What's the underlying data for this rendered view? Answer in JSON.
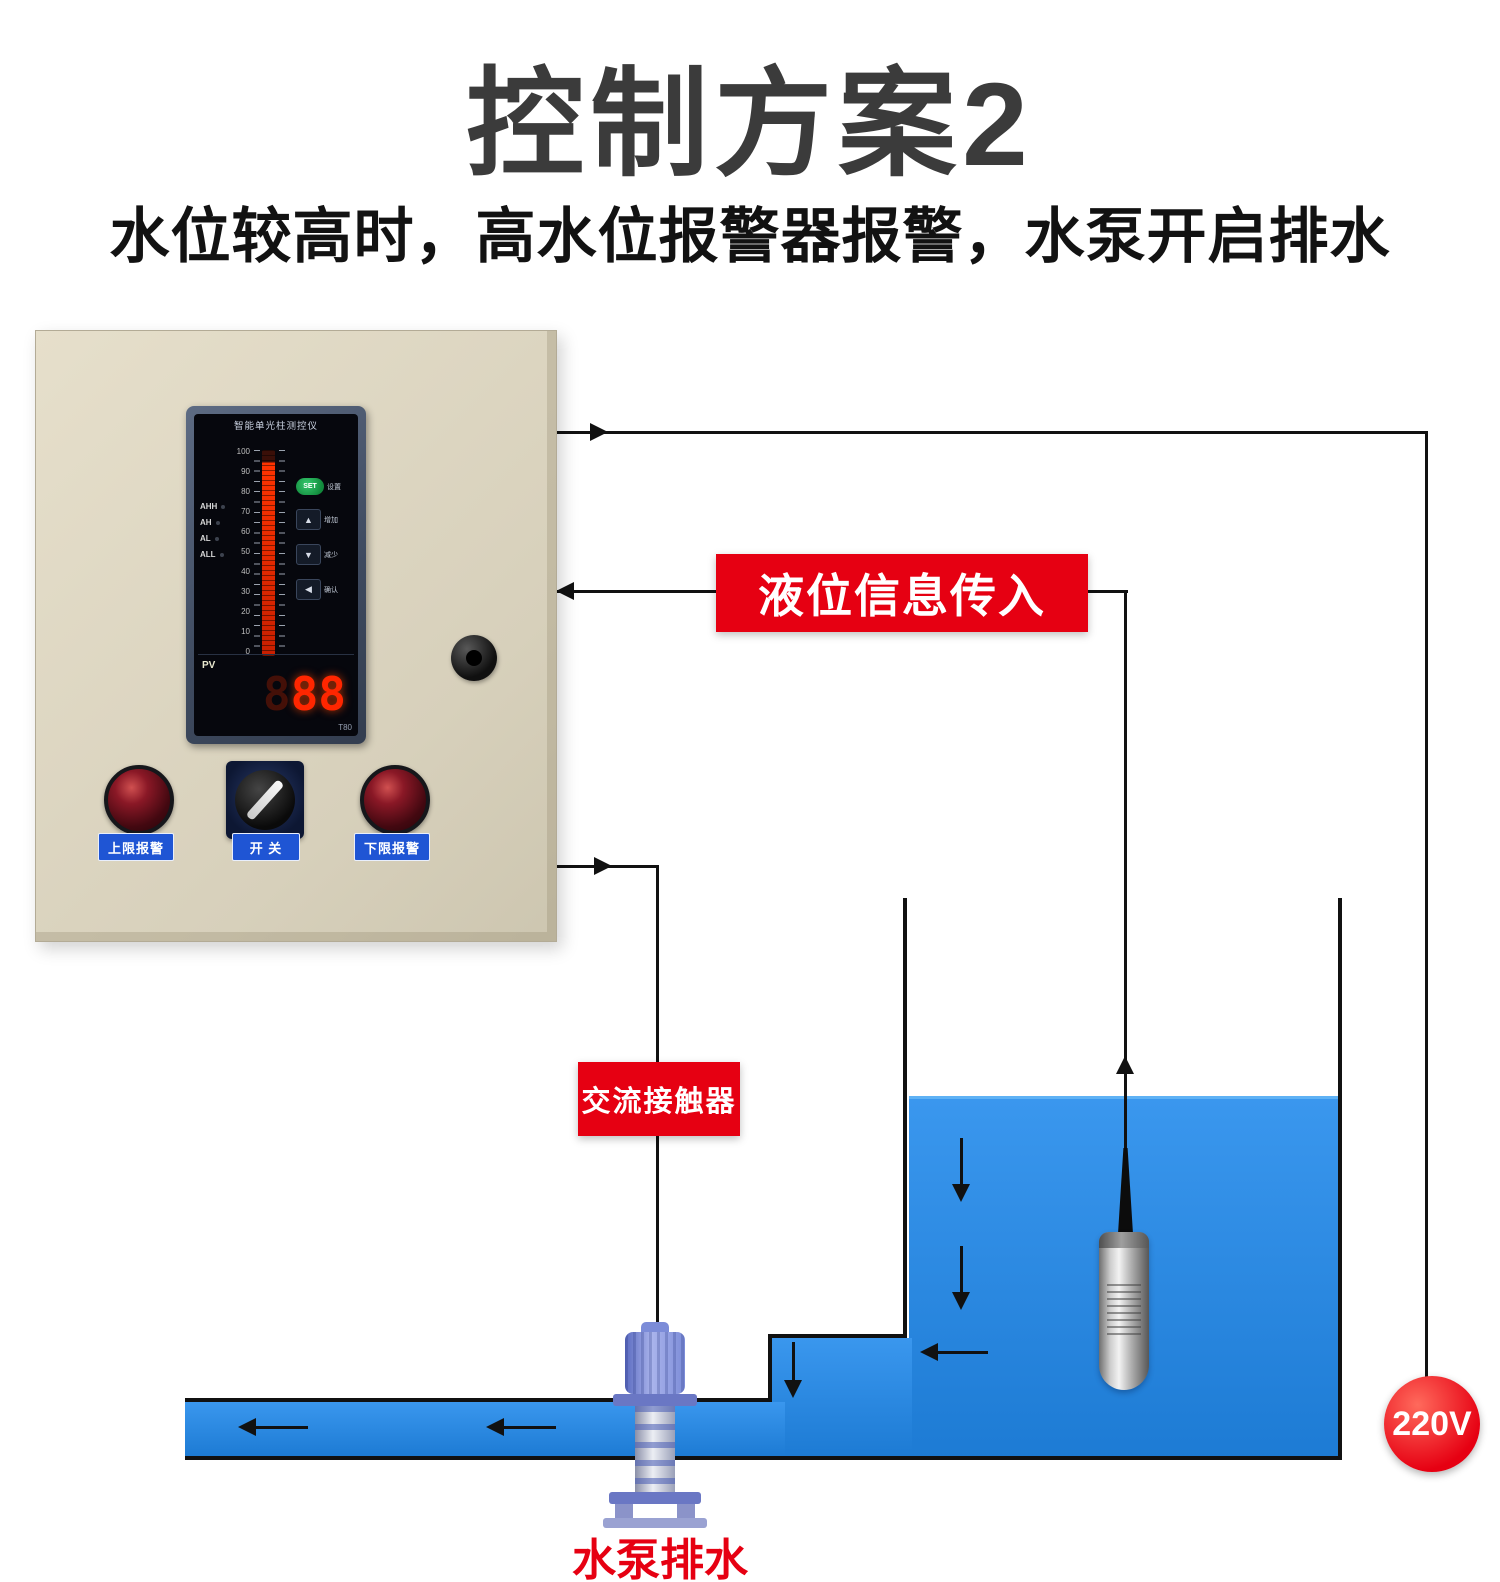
{
  "title": "控制方案2",
  "subtitle": "水位较高时，高水位报警器报警，水泵开启排水",
  "panel": {
    "meter": {
      "name": "智能单光柱测控仪",
      "scale": [
        "100",
        "90",
        "80",
        "70",
        "60",
        "50",
        "40",
        "30",
        "20",
        "10",
        "0"
      ],
      "indicators": [
        "AHH",
        "AH",
        "AL",
        "ALL"
      ],
      "buttons": [
        {
          "label": "SET",
          "caption": "设置"
        },
        {
          "label": "▲",
          "caption": "增加"
        },
        {
          "label": "▼",
          "caption": "减少"
        },
        {
          "label": "◀",
          "caption": "确认"
        }
      ],
      "pv_label": "PV",
      "display_ghost": "8",
      "display_value": "88",
      "model": "T80"
    },
    "upper_alarm_label": "上限报警",
    "switch_label": "开 关",
    "lower_alarm_label": "下限报警"
  },
  "annotations": {
    "level_info": "液位信息传入",
    "ac_contactor": "交流接触器",
    "voltage": "220V",
    "pump_label": "水泵排水"
  },
  "colors": {
    "accent_red": "#e60012",
    "water_blue": "#2288e0",
    "panel_beige": "#ddd6c2",
    "led_red": "#ff2a00"
  }
}
